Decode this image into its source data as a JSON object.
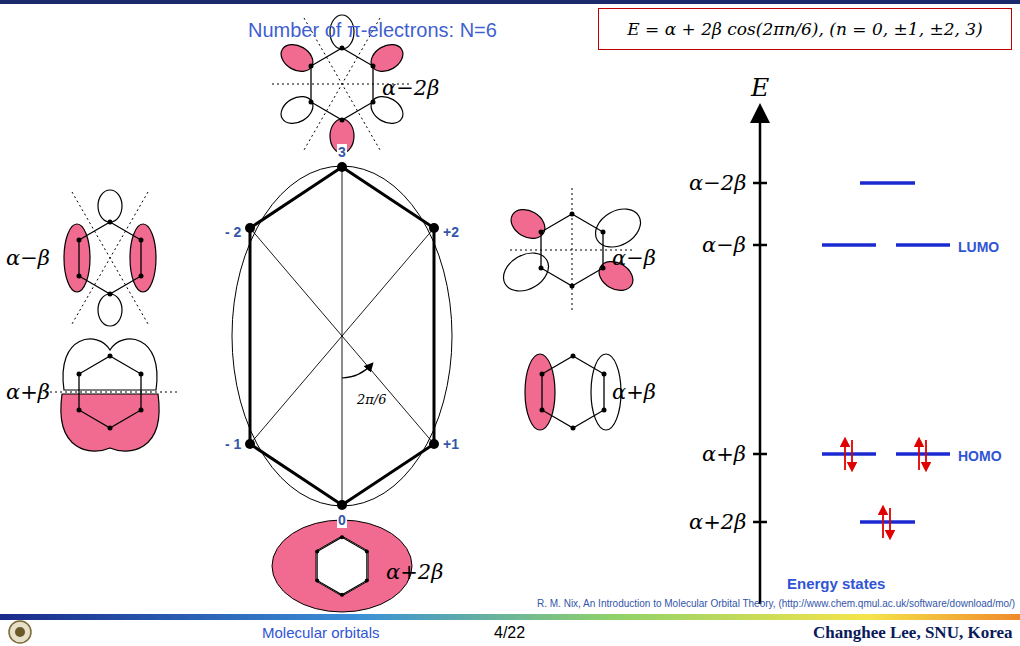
{
  "diagram": {
    "title": "Number of π-electrons: N=6",
    "nodes": [
      {
        "text": [
          "E = α + 2β cos(2πn/6), (n = 0, ±1, ±2, 3)"
        ]
      }
    ],
    "labels": [
      "α−2β",
      "α−β",
      "α−β",
      "α+β",
      "α+β",
      "α+2β",
      "3",
      "- 2",
      "+2",
      "- 1",
      "+1",
      "0",
      "2π/6",
      "E",
      "α−2β",
      "α−β",
      "α+β",
      "α+2β",
      "LUMO",
      "HOMO",
      "Energy states",
      "R. M. Nix, An Introduction to Molecular Orbital Theory, (http://www.chem.qmul.ac.uk/software/download/mo/)",
      "Molecular orbitals",
      "4/22",
      "Changhee Lee, SNU, Korea"
    ]
  }
}
